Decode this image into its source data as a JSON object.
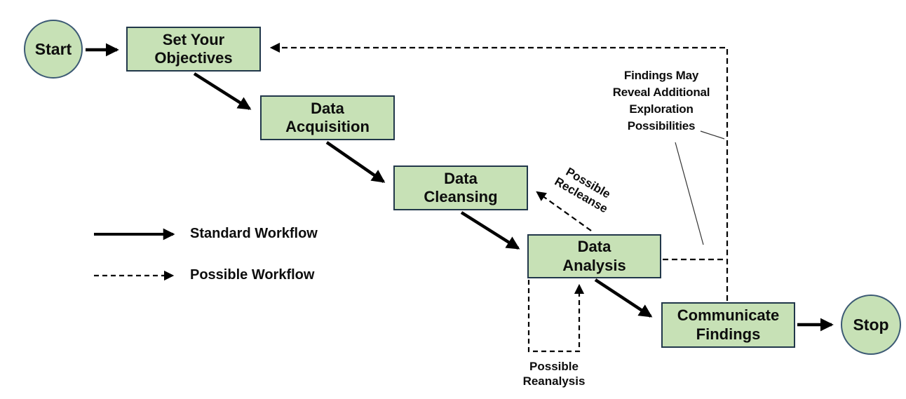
{
  "nodes": {
    "start": {
      "label": "Start"
    },
    "objectives": {
      "label": "Set Your\nObjectives"
    },
    "acquisition": {
      "label": "Data\nAcquisition"
    },
    "cleansing": {
      "label": "Data\nCleansing"
    },
    "analysis": {
      "label": "Data\nAnalysis"
    },
    "communicate": {
      "label": "Communicate\nFindings"
    },
    "stop": {
      "label": "Stop"
    }
  },
  "annotations": {
    "recleanse_label": "Possible\nRecleanse",
    "reanalysis_label": "Possible\nReanalysis",
    "findings_note": "Findings May\nReveal Additional\nExploration\nPossibilities"
  },
  "legend": {
    "standard_label": "Standard Workflow",
    "possible_label": "Possible Workflow"
  },
  "edges": {
    "solid": [
      "start->objectives",
      "objectives->acquisition",
      "acquisition->cleansing",
      "cleansing->analysis",
      "analysis->communicate",
      "communicate->stop"
    ],
    "dashed": [
      "analysis->cleansing (Possible Recleanse)",
      "analysis->analysis (Possible Reanalysis loop)",
      "communicate->objectives (Findings feedback)"
    ]
  },
  "colors": {
    "node_fill": "#c7e1b6",
    "node_border": "#21374a",
    "circle_border": "#3c5a74",
    "arrow": "#000000",
    "text": "#0d0d0d",
    "background": "#ffffff"
  }
}
